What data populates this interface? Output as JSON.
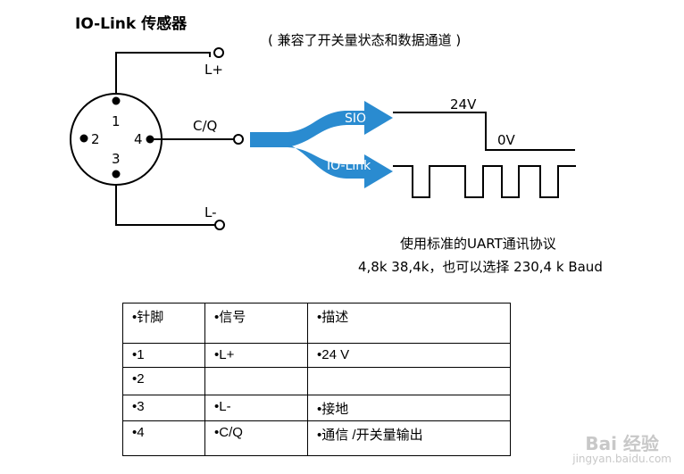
{
  "title": "IO-Link 传感器",
  "subtitle": "( 兼容了开关量状态和数据通道 )",
  "connector": {
    "pins": [
      "1",
      "2",
      "3",
      "4"
    ],
    "labels": {
      "l_plus": "L+",
      "cq": "C/Q",
      "l_minus": "L-"
    }
  },
  "signal": {
    "sio": "SIO",
    "iolink": "IO-Link",
    "high": "24V",
    "low": "0V",
    "arrow_color": "#2a8bd0"
  },
  "note": {
    "line1": "使用标准的UART通讯协议",
    "line2": "4,8k  38,4k，也可以选择 230,4 k Baud"
  },
  "table": {
    "header": [
      "•针脚",
      "•信号",
      "•描述"
    ],
    "rows": [
      [
        "•1",
        "•L+",
        "•24 V"
      ],
      [
        "•2",
        "",
        ""
      ],
      [
        "•3",
        "•L-",
        "•接地"
      ],
      [
        "•4",
        "•C/Q",
        "•通信 /开关量输出"
      ]
    ]
  },
  "watermark": {
    "logo": "Bai 经验",
    "url": "jingyan.baidu.com"
  }
}
